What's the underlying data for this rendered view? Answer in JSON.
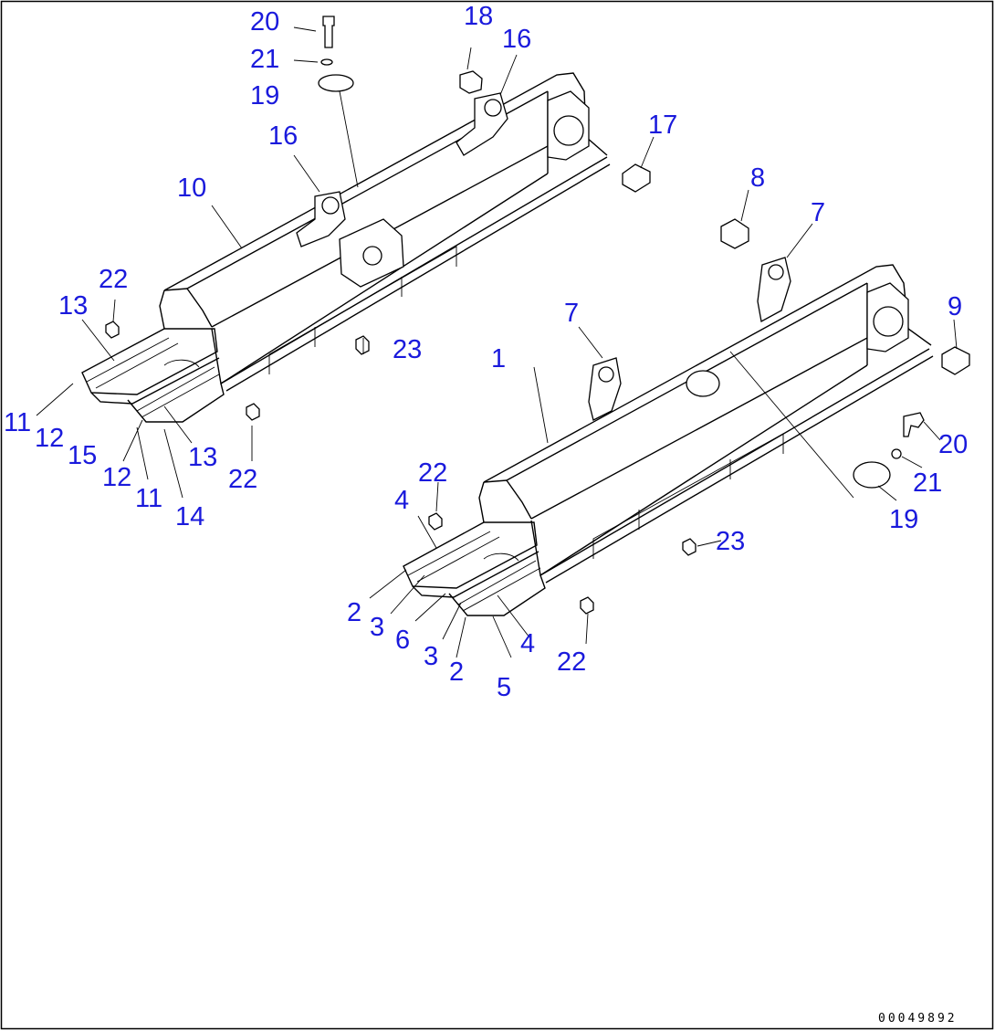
{
  "diagram": {
    "type": "exploded-parts-diagram",
    "reference_code": "00049892",
    "callouts": [
      {
        "id": "c20a",
        "text": "20"
      },
      {
        "id": "c21a",
        "text": "21"
      },
      {
        "id": "c19a",
        "text": "19"
      },
      {
        "id": "c18",
        "text": "18"
      },
      {
        "id": "c16a",
        "text": "16"
      },
      {
        "id": "c16b",
        "text": "16"
      },
      {
        "id": "c17",
        "text": "17"
      },
      {
        "id": "c10",
        "text": "10"
      },
      {
        "id": "c8",
        "text": "8"
      },
      {
        "id": "c7a",
        "text": "7"
      },
      {
        "id": "c22a",
        "text": "22"
      },
      {
        "id": "c13a",
        "text": "13"
      },
      {
        "id": "c9",
        "text": "9"
      },
      {
        "id": "c7b",
        "text": "7"
      },
      {
        "id": "c23a",
        "text": "23"
      },
      {
        "id": "c1",
        "text": "1"
      },
      {
        "id": "c11a",
        "text": "11"
      },
      {
        "id": "c12a",
        "text": "12"
      },
      {
        "id": "c15",
        "text": "15"
      },
      {
        "id": "c13b",
        "text": "13"
      },
      {
        "id": "c12b",
        "text": "12"
      },
      {
        "id": "c22b",
        "text": "22"
      },
      {
        "id": "c11b",
        "text": "11"
      },
      {
        "id": "c14",
        "text": "14"
      },
      {
        "id": "c20b",
        "text": "20"
      },
      {
        "id": "c21b",
        "text": "21"
      },
      {
        "id": "c22c",
        "text": "22"
      },
      {
        "id": "c4a",
        "text": "4"
      },
      {
        "id": "c19b",
        "text": "19"
      },
      {
        "id": "c23b",
        "text": "23"
      },
      {
        "id": "c2a",
        "text": "2"
      },
      {
        "id": "c3a",
        "text": "3"
      },
      {
        "id": "c6",
        "text": "6"
      },
      {
        "id": "c4b",
        "text": "4"
      },
      {
        "id": "c3b",
        "text": "3"
      },
      {
        "id": "c22d",
        "text": "22"
      },
      {
        "id": "c2b",
        "text": "2"
      },
      {
        "id": "c5",
        "text": "5"
      }
    ]
  }
}
